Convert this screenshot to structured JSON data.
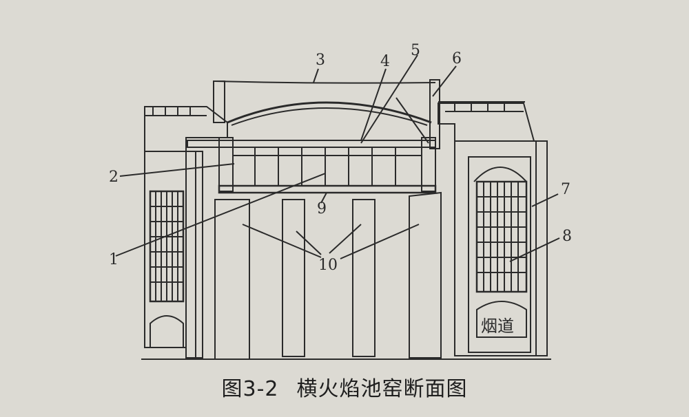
{
  "figure": {
    "number": "图3-2",
    "title": "横火焰池窑断面图"
  },
  "labels": {
    "l1": "1",
    "l2": "2",
    "l3": "3",
    "l4": "4",
    "l5": "5",
    "l6": "6",
    "l7": "7",
    "l8": "8",
    "l9": "9",
    "l10": "10",
    "flue": "烟道"
  },
  "colors": {
    "paper": "#dcdad3",
    "ink": "#2a2a2a"
  }
}
